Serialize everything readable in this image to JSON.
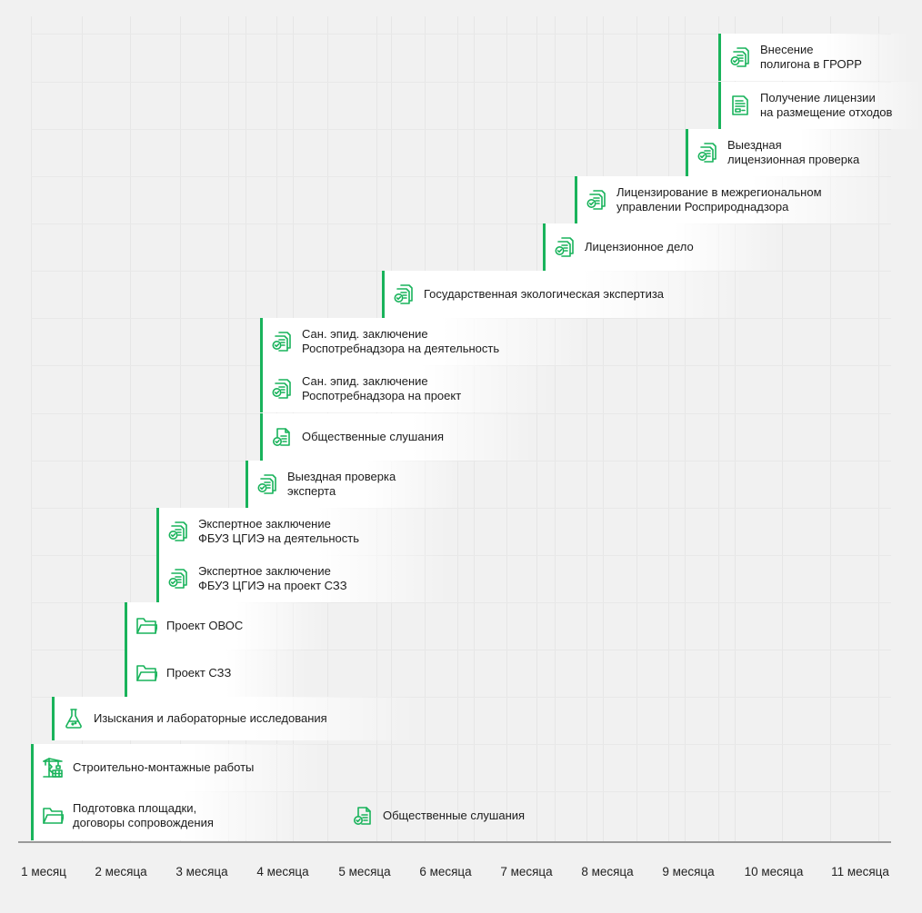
{
  "months": [
    "1 месяц",
    "2 месяца",
    "3 месяца",
    "4 месяца",
    "5 месяца",
    "6 месяца",
    "7 месяца",
    "8 месяца",
    "9 месяца",
    "10 месяца",
    "11 месяца"
  ],
  "colors": {
    "accent": "#19b35b",
    "background": "#f1f1f1",
    "task_fill": "#ffffff",
    "axis": "#9a9a9a",
    "text": "#1c1c1c"
  },
  "tasks": [
    {
      "id": "gropp",
      "label": "Внесение\nполигона в ГРОРР",
      "icon": "seal-document-icon"
    },
    {
      "id": "license-receipt",
      "label": "Получение лицензии\nна размещение отходов",
      "icon": "document-icon"
    },
    {
      "id": "license-inspection",
      "label": "Выездная\nлицензионная проверка",
      "icon": "seal-document-icon"
    },
    {
      "id": "licensing-rpn",
      "label": "Лицензирование в межрегиональном\nуправлении Росприроднадзора",
      "icon": "seal-document-icon"
    },
    {
      "id": "license-case",
      "label": "Лицензионное дело",
      "icon": "seal-document-icon"
    },
    {
      "id": "state-eco-expertise",
      "label": "Государственная экологическая экспертиза",
      "icon": "seal-document-icon"
    },
    {
      "id": "san-epid-activity",
      "label": "Сан. эпид. заключение\nРоспотребнадзора на деятельность",
      "icon": "seal-document-icon"
    },
    {
      "id": "san-epid-project",
      "label": "Сан. эпид. заключение\nРоспотребнадзора на проект",
      "icon": "seal-document-icon"
    },
    {
      "id": "public-hearings",
      "label": "Общественные слушания",
      "icon": "checked-document-icon"
    },
    {
      "id": "expert-inspection",
      "label": "Выездная проверка\nэксперта",
      "icon": "seal-document-icon"
    },
    {
      "id": "fbuz-activity",
      "label": "Экспертное заключение\nФБУЗ ЦГИЭ на деятельность",
      "icon": "seal-document-icon"
    },
    {
      "id": "fbuz-project",
      "label": "Экспертное заключение\nФБУЗ ЦГИЭ на проект СЗЗ",
      "icon": "seal-document-icon"
    },
    {
      "id": "ovos-project",
      "label": "Проект ОВОС",
      "icon": "folder-icon"
    },
    {
      "id": "szz-project",
      "label": "Проект СЗЗ",
      "icon": "folder-icon"
    },
    {
      "id": "surveys",
      "label": "Изыскания и лабораторные исследования",
      "icon": "flask-icon"
    },
    {
      "id": "construction",
      "label": "Строительно-монтажные работы",
      "icon": "crane-icon"
    },
    {
      "id": "site-prep",
      "label": "Подготовка площадки,\nдоговоры сопровождения",
      "icon": "folder-icon"
    },
    {
      "id": "public-hearings-2",
      "label": "Общественные слушания",
      "icon": "checked-document-icon"
    }
  ]
}
